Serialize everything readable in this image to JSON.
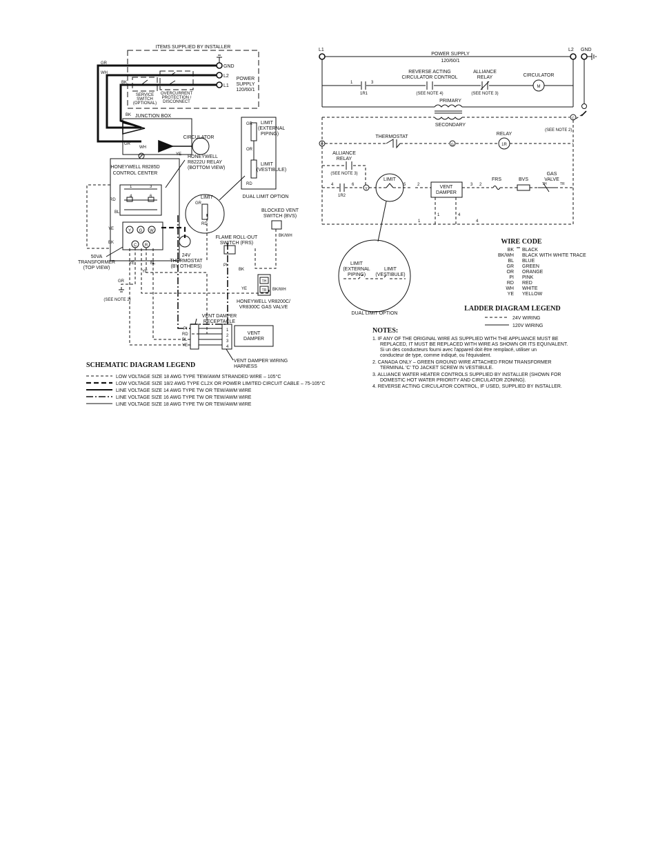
{
  "schematic": {
    "items_supplied_header": "ITEMS SUPPLIED BY INSTALLER",
    "gnd": "GND",
    "l2": "L2",
    "l1": "L1",
    "power_supply": [
      "POWER",
      "SUPPLY",
      "120/60/1"
    ],
    "service_switch": [
      "SERVICE",
      "SWITCH",
      "(OPTIONAL)"
    ],
    "overcurrent": [
      "OVERCURRENT",
      "PROTECTION /",
      "DISCONNECT"
    ],
    "junction_box": "JUNCTION BOX",
    "circulator": "CIRCULATOR",
    "control_center": [
      "HONEYWELL R8285D",
      "CONTROL CENTER"
    ],
    "relay": [
      "HONEYWELL",
      "R8222U RELAY",
      "(BOTTOM VIEW)"
    ],
    "limit": "LIMIT",
    "dual_limit_external": [
      "LIMIT",
      "(EXTERNAL",
      "PIPING)"
    ],
    "dual_limit_vestibule": [
      "LIMIT",
      "(VESTIBULE)"
    ],
    "dual_limit_option": "DUAL LIMIT OPTION",
    "blocked_vent": [
      "BLOCKED VENT",
      "SWITCH (BVS)"
    ],
    "flame_rollout": [
      "FLAME ROLL-OUT",
      "SWITCH (FRS)"
    ],
    "thermostat": [
      "24V",
      "THERMOSTAT",
      "(BY OTHERS)"
    ],
    "transformer": [
      "50VA",
      "TRANSFORMER",
      "(TOP VIEW)"
    ],
    "see_note_2": "(SEE NOTE 2)",
    "gas_valve": [
      "HONEYWELL VR8200C/",
      "VR8300C GAS VALVE"
    ],
    "vent_damper_receptacle": [
      "VENT DAMPER",
      "RECEPTACLE"
    ],
    "vent_damper": [
      "VENT",
      "DAMPER"
    ],
    "vent_damper_harness": [
      "VENT DAMPER WIRING",
      "HARNESS"
    ],
    "terminals": {
      "y": "Y",
      "g": "G",
      "w": "W",
      "c": "C",
      "r": "R",
      "th": "TH",
      "tr": "TR"
    },
    "wire_labels": {
      "gr": "GR",
      "wh": "WH",
      "bk": "BK",
      "ye": "YE",
      "rd": "RD",
      "bl": "BL",
      "pi": "PI",
      "bkwh": "BK/WH",
      "or": "OR"
    },
    "relay_pins": [
      "1",
      "3",
      "4",
      "6"
    ],
    "harness_pins": [
      "1",
      "2",
      "3",
      "4"
    ]
  },
  "ladder": {
    "l1": "L1",
    "l2": "L2",
    "gnd": "GND",
    "power_supply": [
      "POWER SUPPLY",
      "120/60/1"
    ],
    "reverse_control": [
      "REVERSE ACTING",
      "CIRCULATOR CONTROL"
    ],
    "see_note_4": "(SEE NOTE 4)",
    "alliance_relay_top": [
      "ALLIANCE",
      "RELAY"
    ],
    "see_note_3": "(SEE NOTE 3)",
    "circulator": "CIRCULATOR",
    "m": "M",
    "primary": "PRIMARY",
    "secondary": "SECONDARY",
    "see_note_2": "(SEE NOTE 2)",
    "thermostat": "THERMOSTAT",
    "relay": "RELAY",
    "relay_code": "1R",
    "alliance_relay": [
      "ALLIANCE",
      "RELAY"
    ],
    "limit": "LIMIT",
    "vent_damper": [
      "VENT",
      "DAMPER"
    ],
    "frs": "FRS",
    "bvs": "BVS",
    "gas_valve": [
      "GAS",
      "VALVE"
    ],
    "contacts": {
      "r1": "1R1",
      "r2": "1R2"
    },
    "terminals": {
      "r": "R",
      "g": "G",
      "y": "Y",
      "c": "C",
      "w": "W",
      "th": "TH",
      "tr": "TR"
    },
    "pin_labels": [
      "1",
      "3",
      "4",
      "6",
      "5",
      "2",
      "3",
      "2",
      "1",
      "4",
      "1",
      "4"
    ],
    "dual_limit_external": [
      "LIMIT",
      "(EXTERNAL",
      "PIPING)"
    ],
    "dual_limit_vestibule": [
      "LIMIT",
      "(VESTIBULE)"
    ],
    "dual_limit_option": "DUAL LIMIT OPTION"
  },
  "wire_code": {
    "title": "WIRE CODE",
    "rows": [
      {
        "code": "BK",
        "name": "BLACK"
      },
      {
        "code": "BK/WH",
        "name": "BLACK WITH WHITE TRACE"
      },
      {
        "code": "BL",
        "name": "BLUE"
      },
      {
        "code": "GR",
        "name": "GREEN"
      },
      {
        "code": "OR",
        "name": "ORANGE"
      },
      {
        "code": "PI",
        "name": "PINK"
      },
      {
        "code": "RD",
        "name": "RED"
      },
      {
        "code": "WH",
        "name": "WHITE"
      },
      {
        "code": "YE",
        "name": "YELLOW"
      }
    ]
  },
  "ladder_legend": {
    "title": "LADDER DIAGRAM LEGEND",
    "items": [
      "24V WIRING",
      "120V WIRING"
    ]
  },
  "notes": {
    "title": "NOTES:",
    "items": [
      [
        "1. IF ANY OF THE ORIGINAL WIRE AS SUPPLIED WITH THE APPLIANCE MUST BE",
        "REPLACED, IT MUST BE REPLACED WITH WIRE AS SHOWN OR ITS EQUIVALENT.",
        "Si un des conducteurs fourni avec l'appareil doit être remplacé, utiliser un",
        "conducteur de type, comme indiqué, ou l'équivalent."
      ],
      [
        "2. CANADA ONLY – GREEN GROUND WIRE ATTACHED FROM TRANSFORMER",
        "TERMINAL 'C' TO JACKET SCREW IN VESTIBULE."
      ],
      [
        "3. ALLIANCE WATER HEATER CONTROLS SUPPLIED BY INSTALLER (SHOWN FOR",
        "DOMESTIC HOT WATER PRIORITY AND CIRCULATOR ZONING)."
      ],
      [
        "4. REVERSE ACTING CIRCULATOR CONTROL, IF USED, SUPPLIED BY INSTALLER."
      ]
    ]
  },
  "schematic_legend": {
    "title": "SCHEMATIC DIAGRAM LEGEND",
    "items": [
      "LOW VOLTAGE SIZE 18 AWG TYPE TEW/AWM STRANDED WIRE – 105°C",
      "LOW VOLTAGE SIZE 18/2 AWG TYPE CL2X OR POWER LIMITED CIRCUIT CABLE – 75-105°C",
      "LINE VOLTAGE SIZE 14 AWG TYPE TW OR TEW/AWM WIRE",
      "LINE VOLTAGE SIZE 16 AWG TYPE TW OR TEW/AWM WIRE",
      "LINE VOLTAGE SIZE 18 AWG TYPE TW OR TEW/AWM WIRE"
    ]
  }
}
